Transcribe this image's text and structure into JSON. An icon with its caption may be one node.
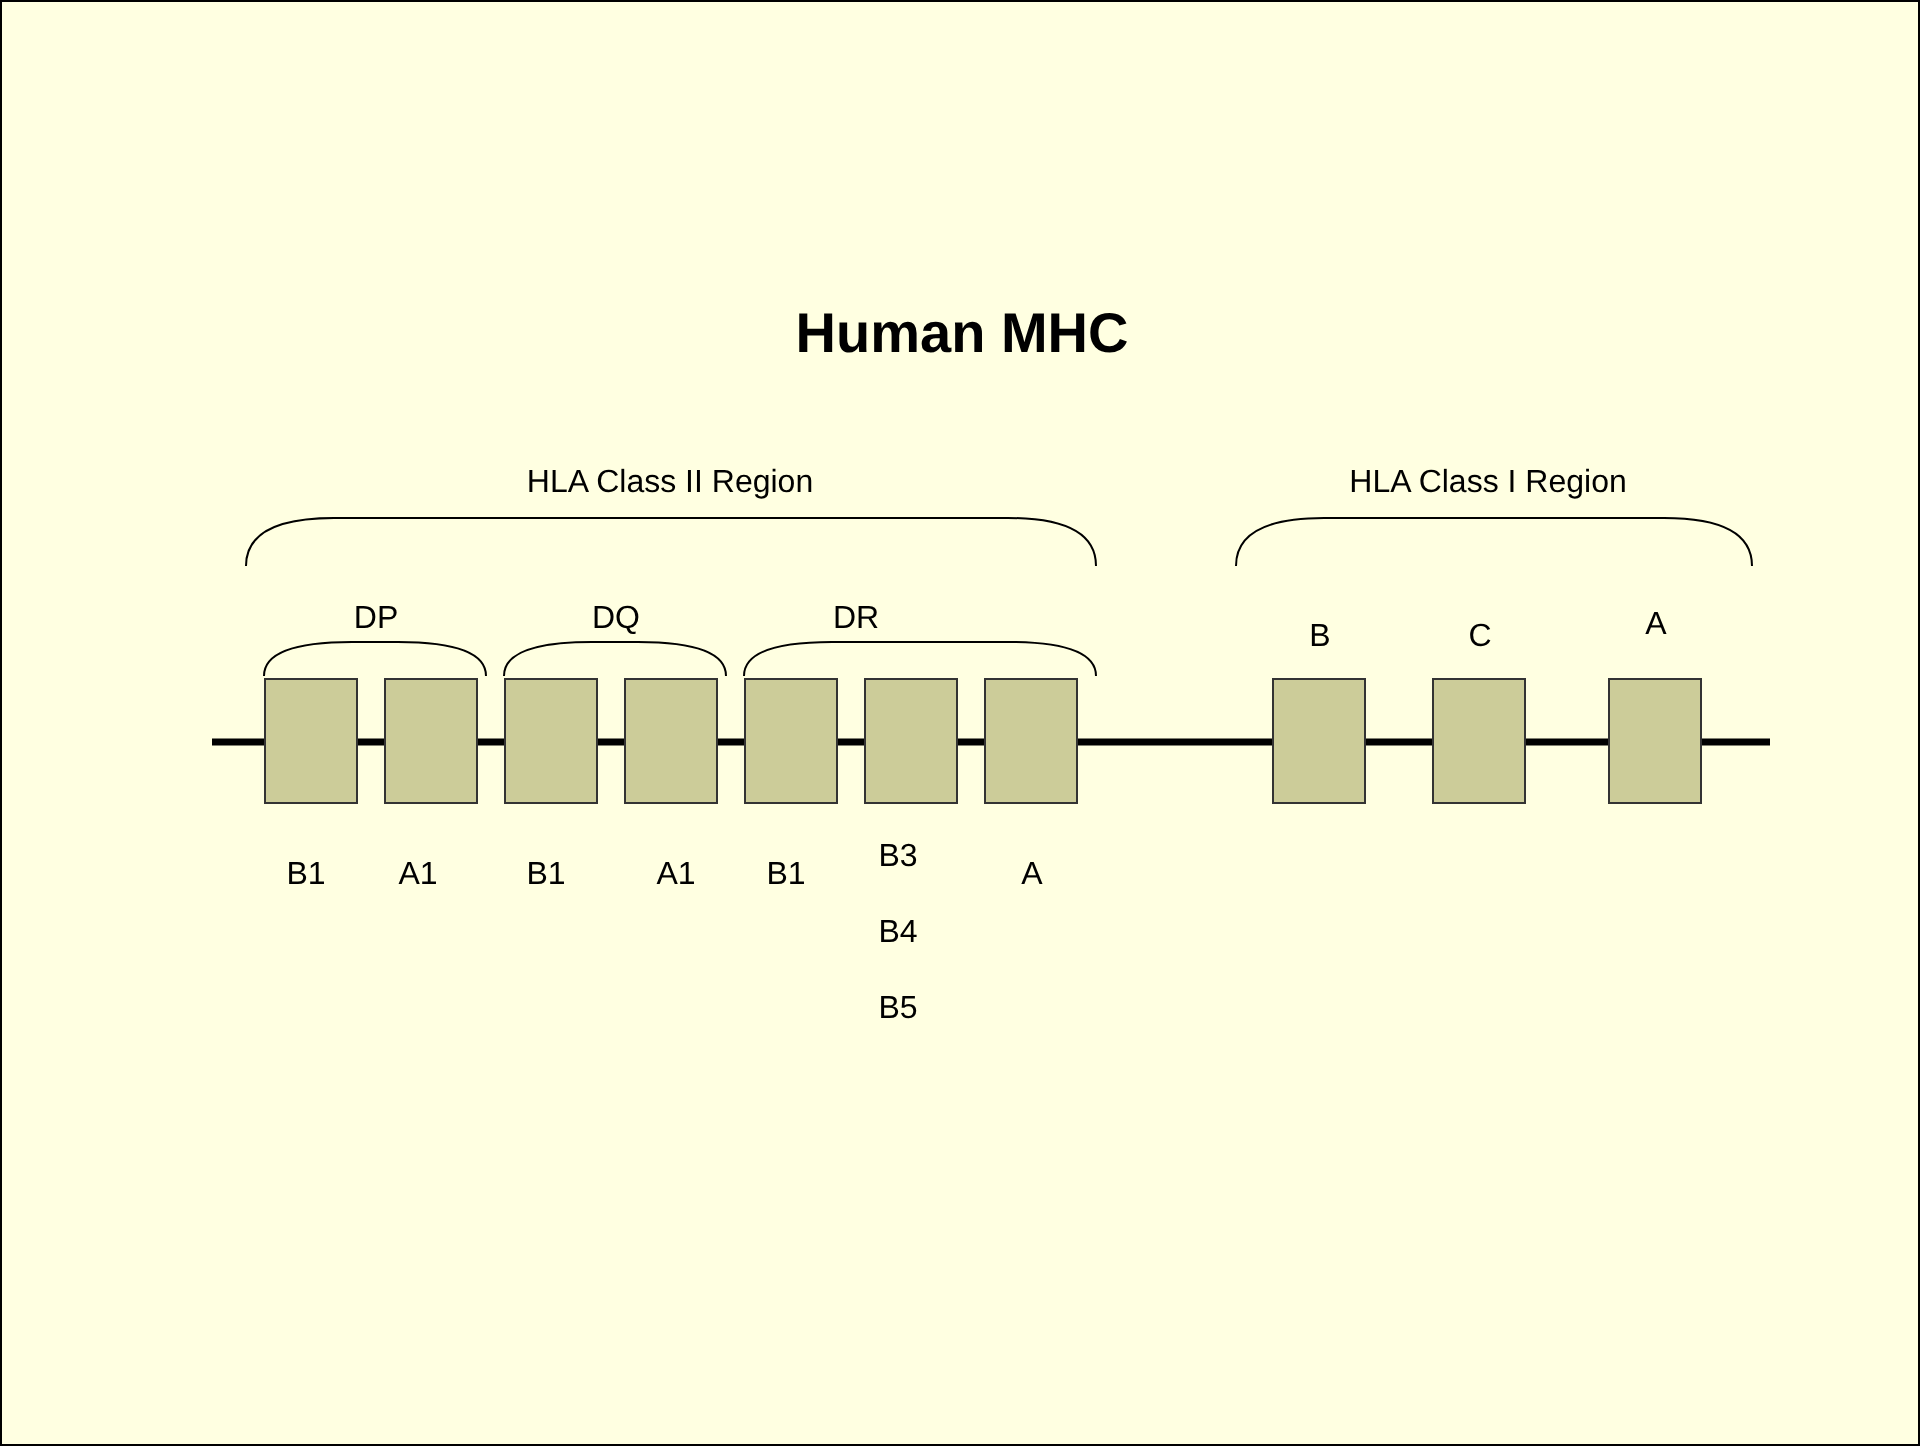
{
  "diagram": {
    "title": "Human MHC",
    "nodes": [
      {
        "text": [],
        "shape": "box",
        "beside": [
          "B1"
        ]
      },
      {
        "text": [],
        "shape": "box",
        "beside": [
          "A1"
        ]
      },
      {
        "text": [],
        "shape": "box",
        "beside": [
          "B1"
        ]
      },
      {
        "text": [],
        "shape": "box",
        "beside": [
          "A1"
        ]
      },
      {
        "text": [],
        "shape": "box",
        "beside": [
          "B1"
        ]
      },
      {
        "text": [],
        "shape": "box",
        "beside": [
          "B3",
          "B4",
          "B5"
        ]
      },
      {
        "text": [],
        "shape": "box",
        "beside": [
          "A"
        ]
      },
      {
        "text": [],
        "shape": "box",
        "beside": [
          "B"
        ]
      },
      {
        "text": [],
        "shape": "box",
        "beside": [
          "C"
        ]
      },
      {
        "text": [],
        "shape": "box",
        "beside": [
          "A"
        ]
      }
    ],
    "labels": [
      "HLA Class II Region",
      "HLA Class I Region",
      "DP",
      "DQ",
      "DR"
    ]
  }
}
